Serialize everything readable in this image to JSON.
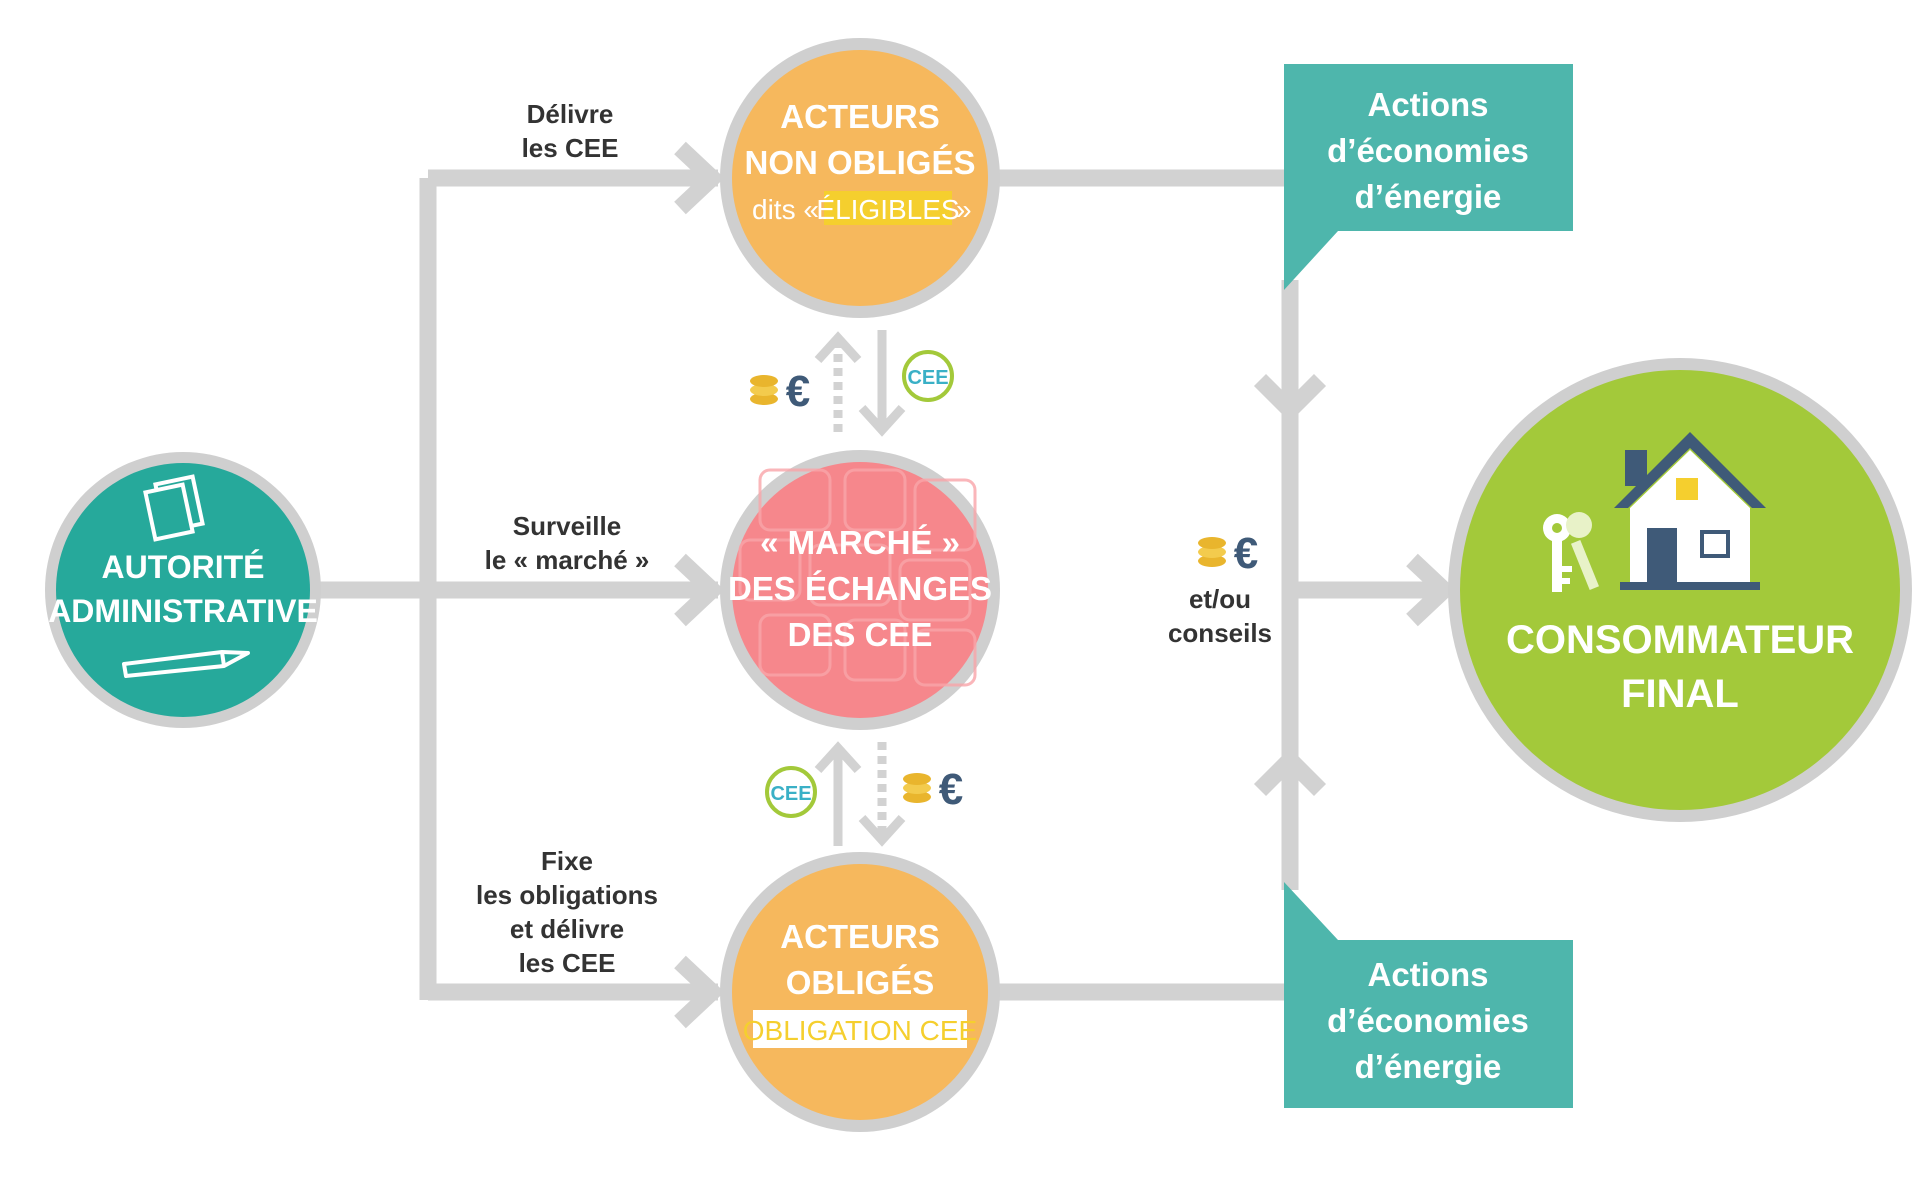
{
  "colors": {
    "line": "#d2d2d2",
    "ring": "#cfcfcf",
    "teal": "#26a99b",
    "teal_box": "#4eb6ac",
    "orange": "#f6b85d",
    "pink": "#f6878c",
    "green": "#a3c93a",
    "euro": "#3f5a78",
    "coin": "#e9b52d",
    "cee_badge": "#3ab0c6",
    "yellow": "#f5cf2e",
    "text_dark": "#333333"
  },
  "nodes": {
    "authority": {
      "line1": "AUTORITÉ",
      "line2": "ADMINISTRATIVE",
      "icons": [
        "documents-icon",
        "pencil-icon"
      ]
    },
    "non_obliged": {
      "line1": "ACTEURS",
      "line2": "NON OBLIGÉS",
      "line3_prefix": "dits «",
      "line3_highlight": "ÉLIGIBLES",
      "line3_suffix": "»"
    },
    "market": {
      "line1": "« MARCHÉ »",
      "line2": "DES ÉCHANGES",
      "line3": "DES CEE"
    },
    "obliged": {
      "line1": "ACTEURS",
      "line2": "OBLIGÉS",
      "line3_highlight": "OBLIGATION CEE"
    },
    "consumer": {
      "line1": "CONSOMMATEUR",
      "line2": "FINAL",
      "icons": [
        "house-icon",
        "keys-icon"
      ]
    }
  },
  "labels": {
    "delivers": [
      "Délivre",
      "les CEE"
    ],
    "monitors": [
      "Surveille",
      "le « marché »"
    ],
    "sets": [
      "Fixe",
      "les obligations",
      "et délivre",
      "les CEE"
    ],
    "and_or": [
      "et/ou",
      "conseils"
    ]
  },
  "action_boxes": {
    "top": [
      "Actions",
      "d’économies",
      "d’énergie"
    ],
    "bottom": [
      "Actions",
      "d’économies",
      "d’énergie"
    ]
  },
  "badges": {
    "euro": "€",
    "cee": "CEE"
  }
}
